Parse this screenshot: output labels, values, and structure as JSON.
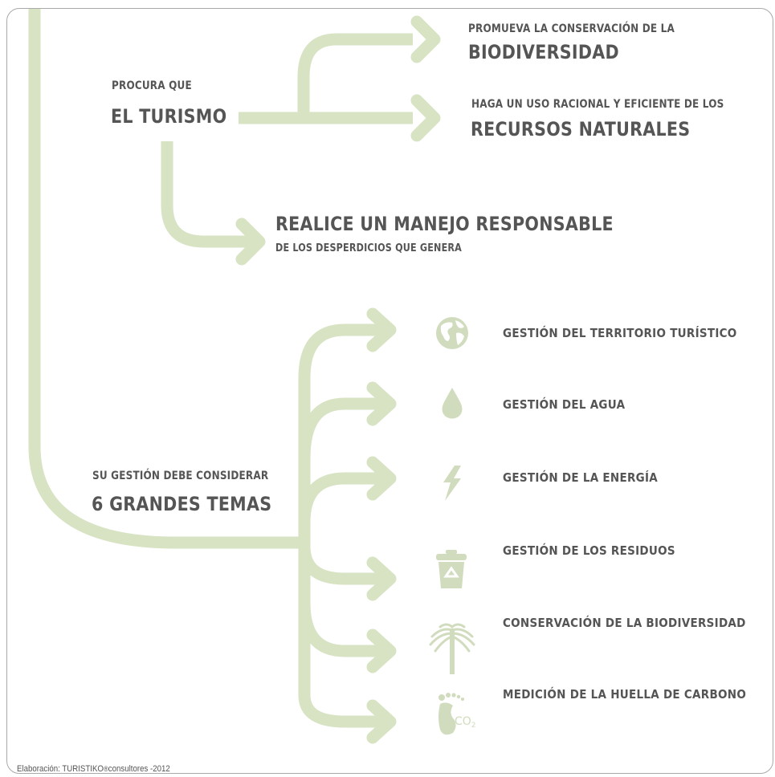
{
  "header": {
    "procura_small": "PROCURA QUE",
    "procura_large": "EL TURISMO"
  },
  "outcomes": [
    {
      "small": "PROMUEVA LA CONSERVACIÓN DE LA",
      "large": "BIODIVERSIDAD"
    },
    {
      "small": "HAGA UN USO RACIONAL Y EFICIENTE DE LOS",
      "large": "RECURSOS NATURALES"
    },
    {
      "large": "REALICE UN MANEJO RESPONSABLE",
      "small": "DE LOS DESPERDICIOS QUE GENERA"
    }
  ],
  "gestion": {
    "small": "SU GESTIÓN DEBE CONSIDERAR",
    "large": "6 GRANDES TEMAS"
  },
  "topics": [
    {
      "label": "GESTIÓN DEL TERRITORIO TURÍSTICO",
      "icon": "globe-icon"
    },
    {
      "label": "GESTIÓN DEL AGUA",
      "icon": "water-drop-icon"
    },
    {
      "label": "GESTIÓN DE LA ENERGÍA",
      "icon": "lightning-bolt-icon"
    },
    {
      "label": "GESTIÓN DE LOS RESIDUOS",
      "icon": "recycle-bin-icon"
    },
    {
      "label": "CONSERVACIÓN DE LA BIODIVERSIDAD",
      "icon": "araucaria-tree-icon"
    },
    {
      "label": "MEDICIÓN DE LA HUELLA DE CARBONO",
      "icon": "carbon-footprint-icon"
    }
  ],
  "icon_text": {
    "co2": "CO",
    "co2_sub": "2"
  },
  "footer": {
    "credit_prefix": "Elaboración: ",
    "credit_brand": "TURISTIKO",
    "credit_suffix": "consultores",
    "credit_year": " -2012"
  },
  "colors": {
    "flow": "#d7e3c3",
    "icon": "#d0dcbd",
    "text": "#555555",
    "border": "#a9a9a9"
  }
}
